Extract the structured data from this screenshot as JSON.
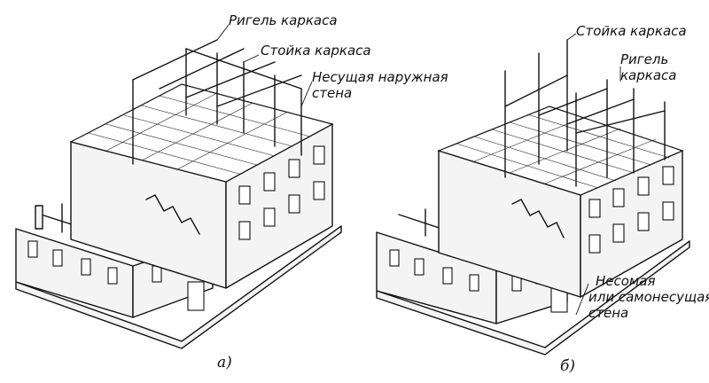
{
  "figure": {
    "building_a": {
      "caption": "а)",
      "labels": {
        "beam": "Ригель каркаса",
        "column": "Стойка каркаса",
        "wall_line1": "Несущая наружная",
        "wall_line2": "стена"
      }
    },
    "building_b": {
      "caption": "б)",
      "labels": {
        "column": "Стойка каркаса",
        "beam_line1": "Ригель",
        "beam_line2": "каркаса",
        "wall_line1": "Несомая",
        "wall_line2": "или самонесущая",
        "wall_line3": "стена"
      }
    }
  }
}
